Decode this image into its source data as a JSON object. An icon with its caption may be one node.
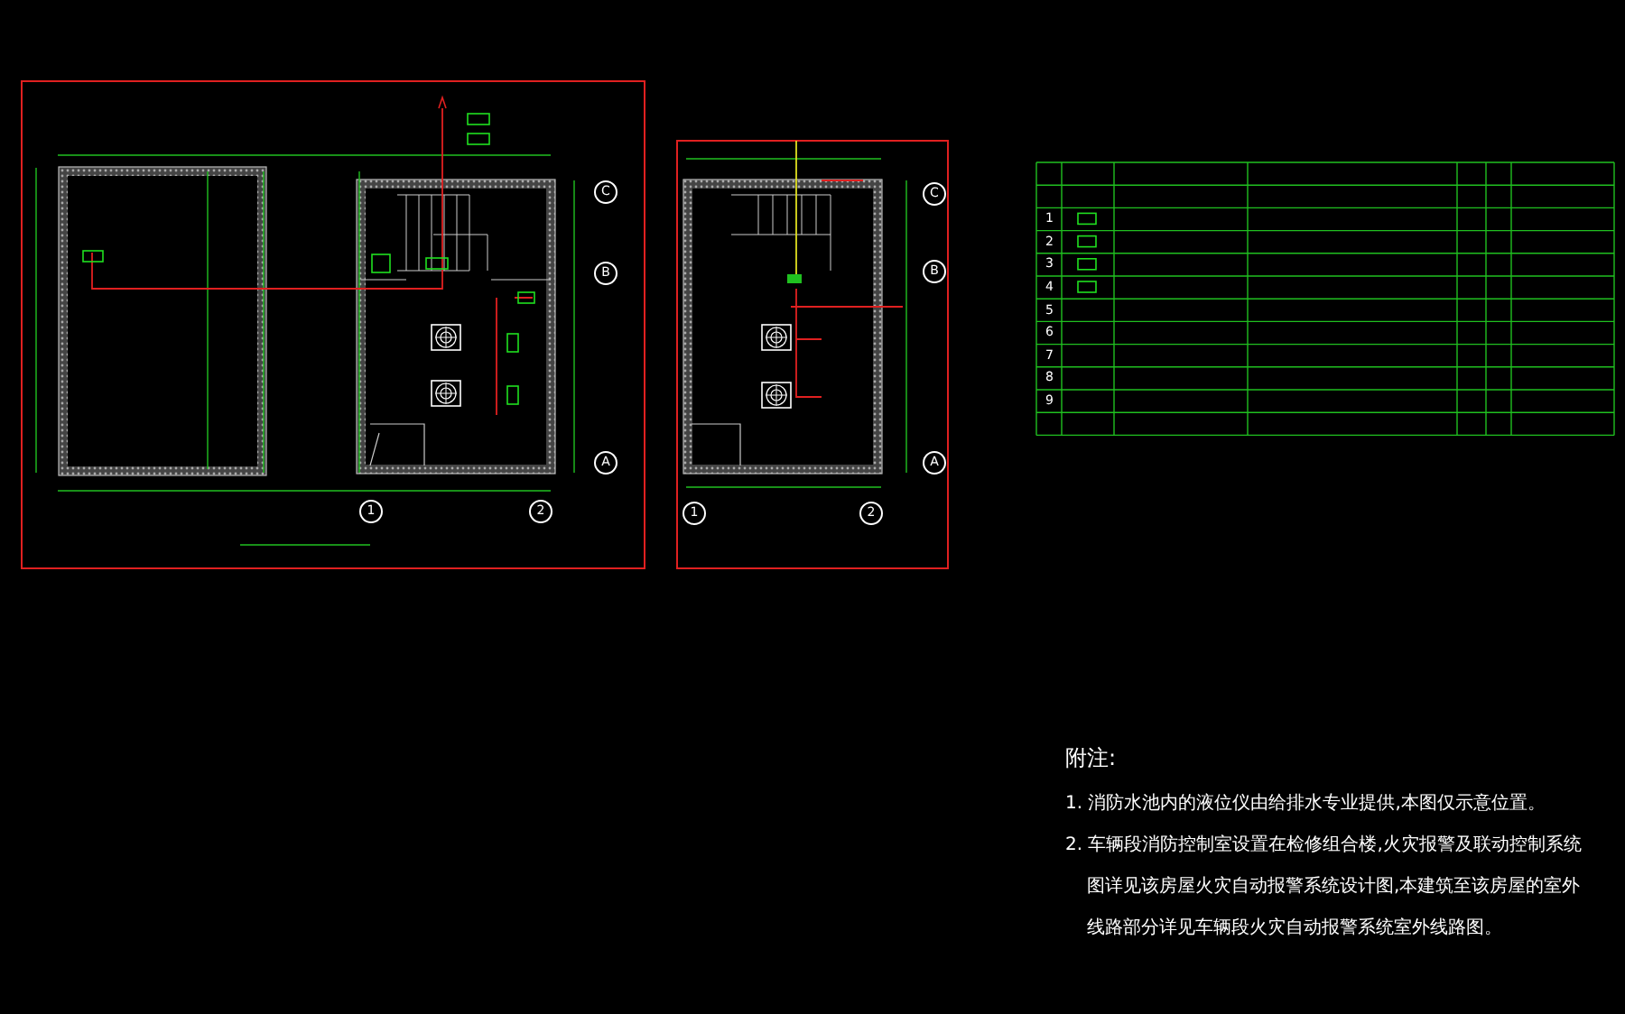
{
  "diagram": {
    "labels": [
      "1",
      "2",
      "C",
      "B",
      "A",
      "1",
      "2",
      "C",
      "B",
      "A",
      "1",
      "2",
      "3",
      "4",
      "5",
      "6",
      "7",
      "8",
      "9",
      "附注:",
      "1. 消防水池内的液位仪由给排水专业提供,本图仅示意位置。",
      "2. 车辆段消防控制室设置在检修组合楼,火灾报警及联动控制系统图详见该房屋火灾自动报警系统设计图,本建筑至该房屋的室外线路部分详见车辆段火灾自动报警系统室外线路图。"
    ]
  }
}
